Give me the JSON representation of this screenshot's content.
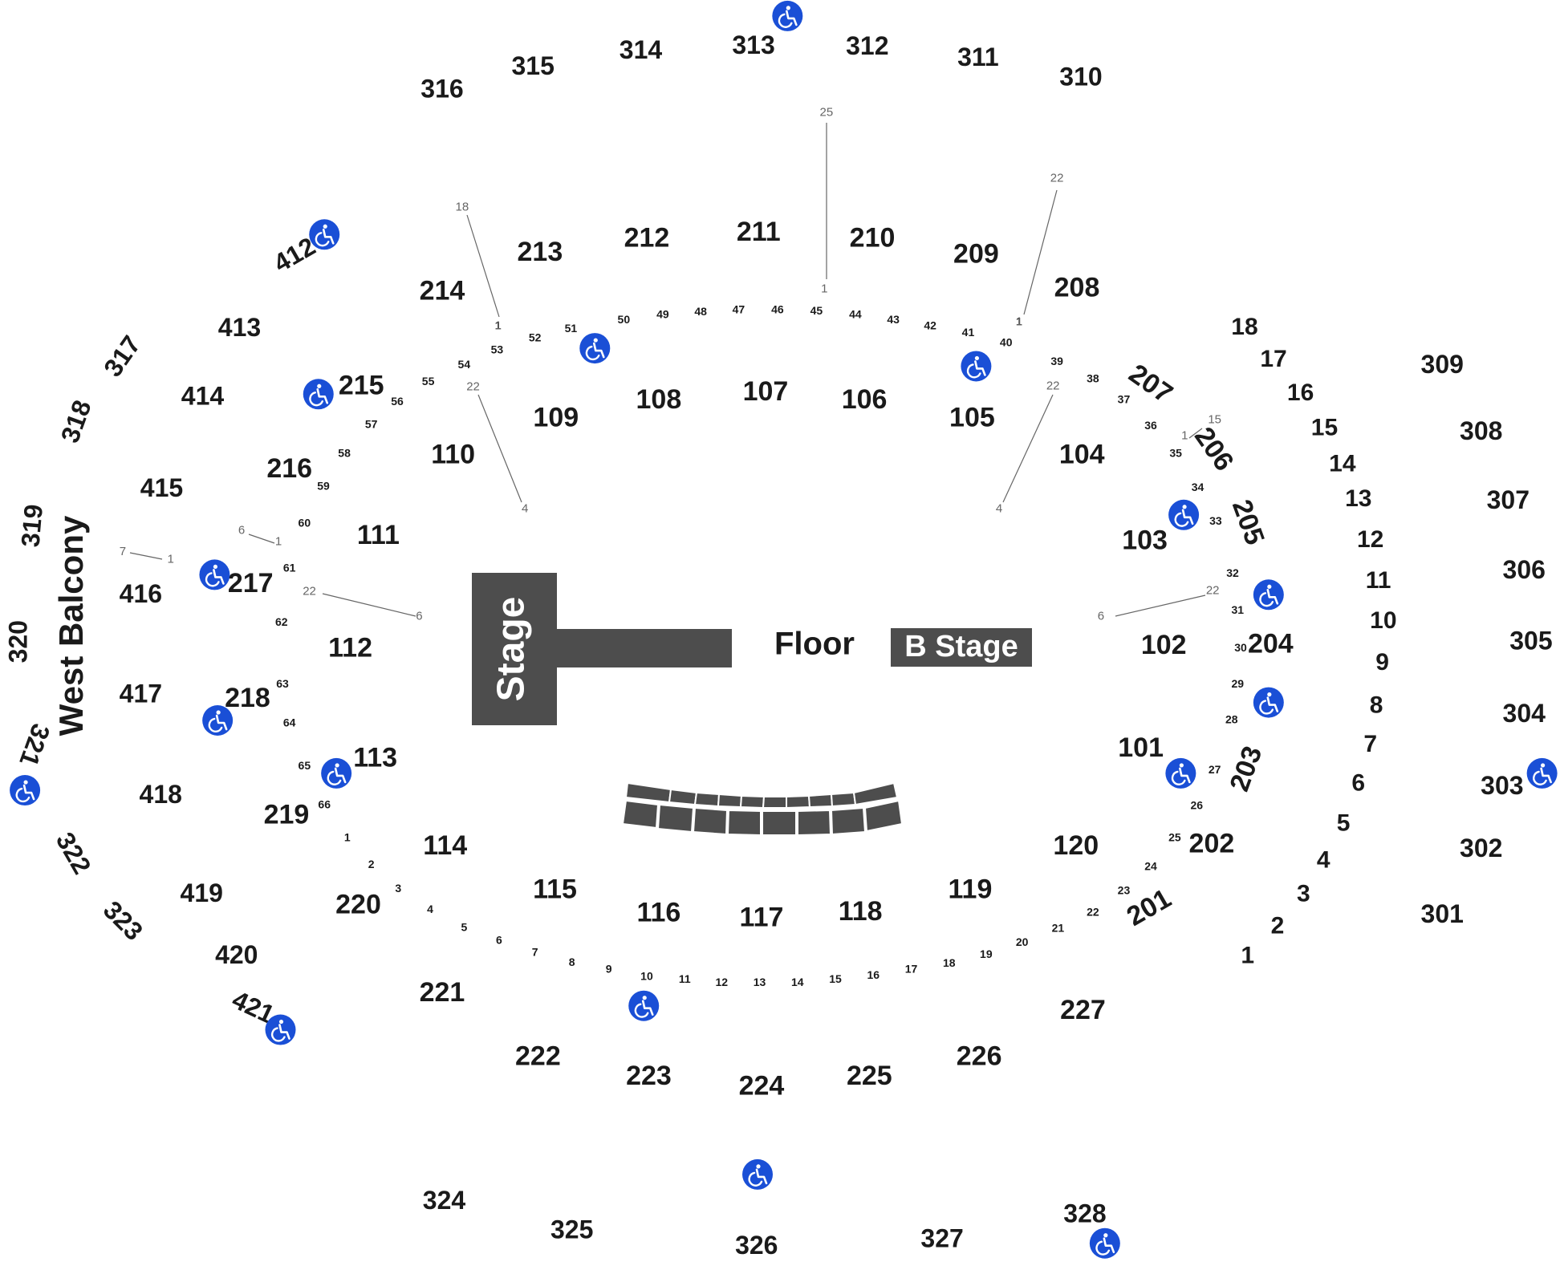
{
  "labels": {
    "stage": "Stage",
    "floor": "Floor",
    "b_stage": "B Stage",
    "west_balcony": "West Balcony"
  },
  "colors": {
    "stage_fill": "#4d4d4d",
    "text": "#1a1a1a",
    "gray_text": "#666666",
    "accessible_blue": "#1a4fd6"
  },
  "icon": "wheelchair-accessible-icon",
  "sections": {
    "s100": [
      "101",
      "102",
      "103",
      "104",
      "105",
      "106",
      "107",
      "108",
      "109",
      "110",
      "111",
      "112",
      "113",
      "114",
      "115",
      "116",
      "117",
      "118",
      "119",
      "120"
    ],
    "s200": [
      "201",
      "202",
      "203",
      "204",
      "205",
      "206",
      "207",
      "208",
      "209",
      "210",
      "211",
      "212",
      "213",
      "214",
      "215",
      "216",
      "217",
      "218",
      "219",
      "220",
      "221",
      "222",
      "223",
      "224",
      "225",
      "226",
      "227"
    ],
    "s300": [
      "301",
      "302",
      "303",
      "304",
      "305",
      "306",
      "307",
      "308",
      "309",
      "310",
      "311",
      "312",
      "313",
      "314",
      "315",
      "316",
      "317",
      "318",
      "319",
      "320",
      "321",
      "322",
      "323",
      "324",
      "325",
      "326",
      "327",
      "328"
    ],
    "s400": [
      "412",
      "413",
      "414",
      "415",
      "416",
      "417",
      "418",
      "419",
      "420",
      "421"
    ],
    "s1": [
      "1",
      "2",
      "3",
      "4",
      "5",
      "6",
      "7",
      "8",
      "9",
      "10",
      "11",
      "12",
      "13",
      "14",
      "15",
      "16",
      "17",
      "18"
    ]
  },
  "rows": {
    "top_arc": [
      "1",
      "53",
      "52",
      "51",
      "50",
      "49",
      "48",
      "47",
      "46",
      "45",
      "44",
      "43",
      "42",
      "41",
      "40",
      "1"
    ],
    "right_arc": [
      "39",
      "38",
      "37",
      "36",
      "35",
      "34",
      "33",
      "32",
      "31",
      "30",
      "29",
      "28",
      "27",
      "26",
      "25",
      "24",
      "23",
      "22",
      "21",
      "20",
      "19",
      "18",
      "17",
      "16",
      "15",
      "14",
      "13",
      "12",
      "11",
      "10",
      "9",
      "8",
      "7",
      "6",
      "5",
      "4",
      "3",
      "2",
      "1"
    ],
    "left_arc": [
      "54",
      "55",
      "56",
      "57",
      "58",
      "59",
      "60",
      "61",
      "62",
      "63",
      "64",
      "65",
      "66"
    ]
  },
  "markers": {
    "top_25": "25",
    "top_1": "1",
    "tl_18": "18",
    "tl_1": "1",
    "tl_22": "22",
    "tl_4": "4",
    "tr_22": "22",
    "tr_1": "1",
    "tr_22b": "22",
    "tr_4": "4",
    "l_7": "7",
    "l_1": "1",
    "l_6": "6",
    "l_1b": "1",
    "l_22": "22",
    "l_6b": "6",
    "r_15": "15",
    "r_1": "1",
    "r_22": "22",
    "r_6": "6"
  }
}
